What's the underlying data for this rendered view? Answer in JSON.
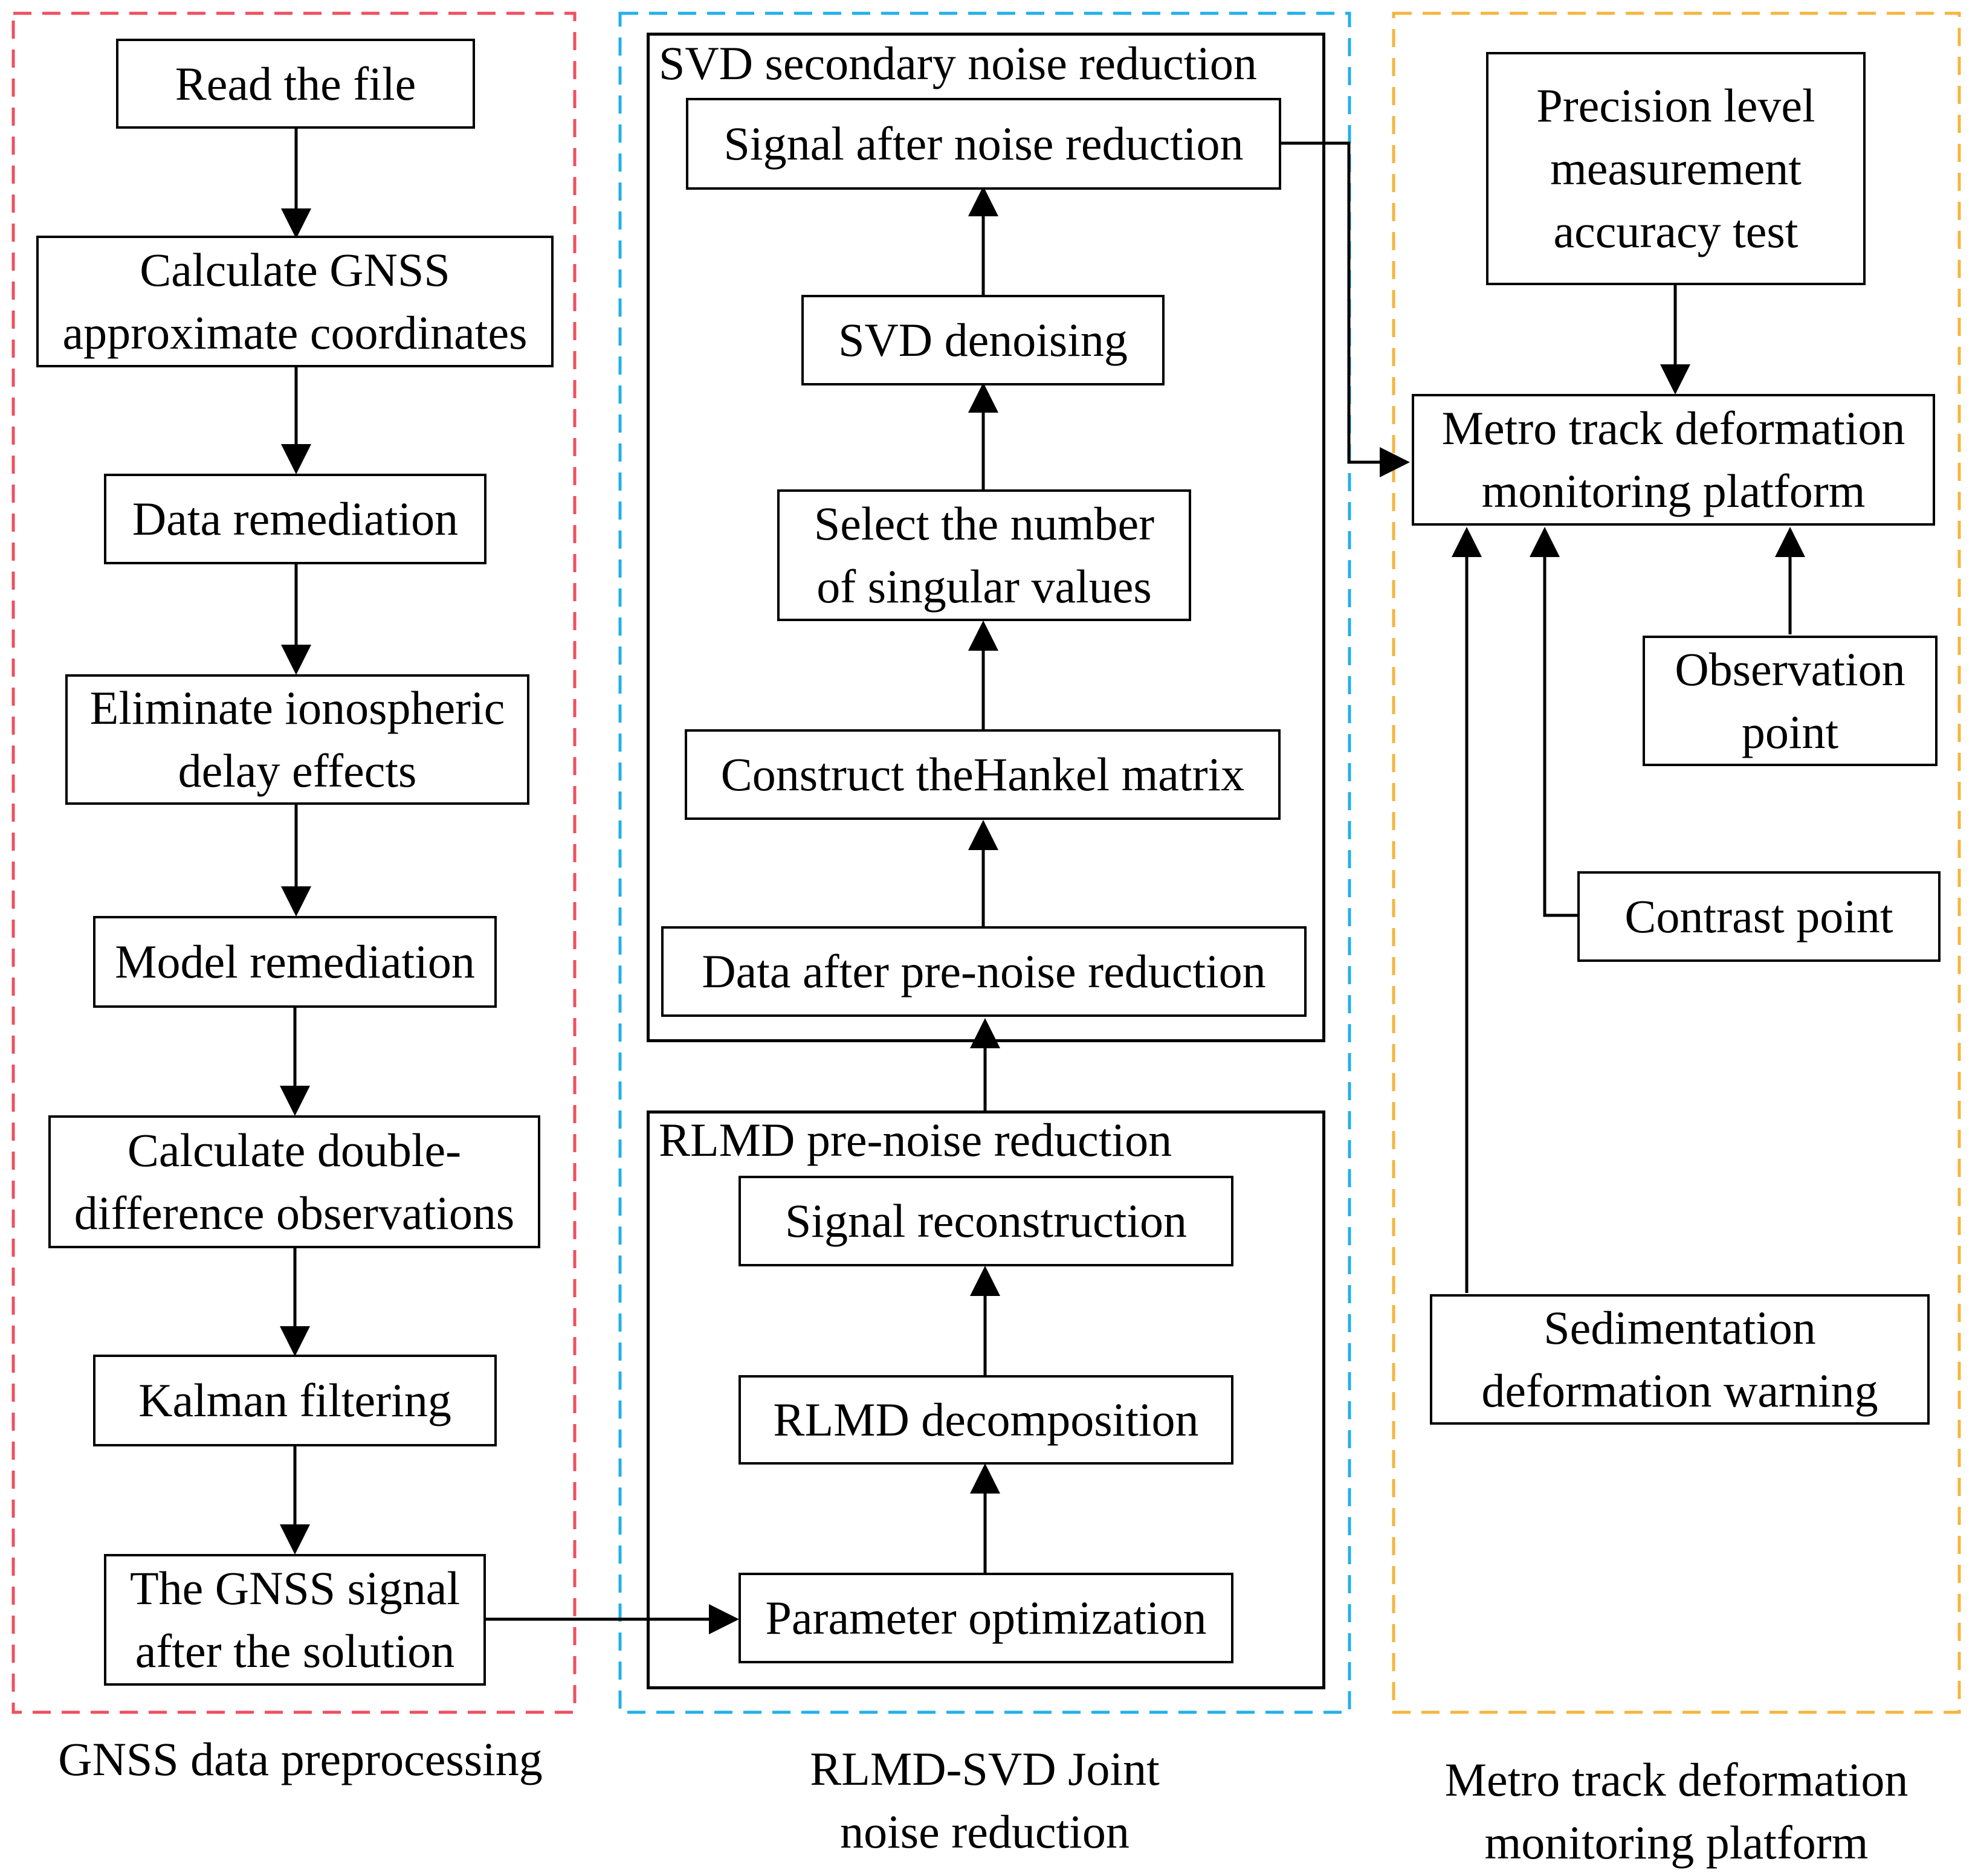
{
  "colors": {
    "gnss_border": "#ef4f5f",
    "rlmd_border": "#22b0ea",
    "platform_border": "#f5b53f",
    "line": "#000000"
  },
  "regions": {
    "gnss": {
      "caption": "GNSS data preprocessing",
      "steps": {
        "read_file": "Read the file",
        "calc_approx_1": "Calculate GNSS",
        "calc_approx_2": "approximate coordinates",
        "data_remediation": "Data remediation",
        "eliminate_1": "Eliminate ionospheric",
        "eliminate_2": "delay effects",
        "model_remediation": "Model remediation",
        "double_diff_1": "Calculate double-",
        "double_diff_2": "difference observations",
        "kalman": "Kalman filtering",
        "signal_solution_1": "The GNSS signal",
        "signal_solution_2": "after the solution"
      }
    },
    "rlmd_svd": {
      "caption_1": "RLMD-SVD Joint",
      "caption_2": "noise reduction",
      "svd_group": {
        "title": "SVD secondary noise reduction",
        "signal_after": "Signal after noise reduction",
        "svd_denoising": "SVD denoising",
        "select_number_1": "Select the number",
        "select_number_2": "of singular values",
        "hankel": "Construct theHankel matrix",
        "data_after_pre": "Data after pre-noise reduction"
      },
      "rlmd_group": {
        "title": "RLMD pre-noise reduction",
        "signal_reconstruction": "Signal reconstruction",
        "rlmd_decomposition": "RLMD decomposition",
        "parameter_optimization": "Parameter optimization"
      }
    },
    "platform": {
      "caption_1": "Metro track deformation",
      "caption_2": "monitoring platform",
      "precision_1": "Precision level",
      "precision_2": "measurement",
      "precision_3": "accuracy test",
      "platform_1": "Metro track deformation",
      "platform_2": "monitoring platform",
      "observation_1": "Observation",
      "observation_2": "point",
      "contrast": "Contrast point",
      "sedimentation_1": "Sedimentation",
      "sedimentation_2": "deformation warning"
    }
  }
}
